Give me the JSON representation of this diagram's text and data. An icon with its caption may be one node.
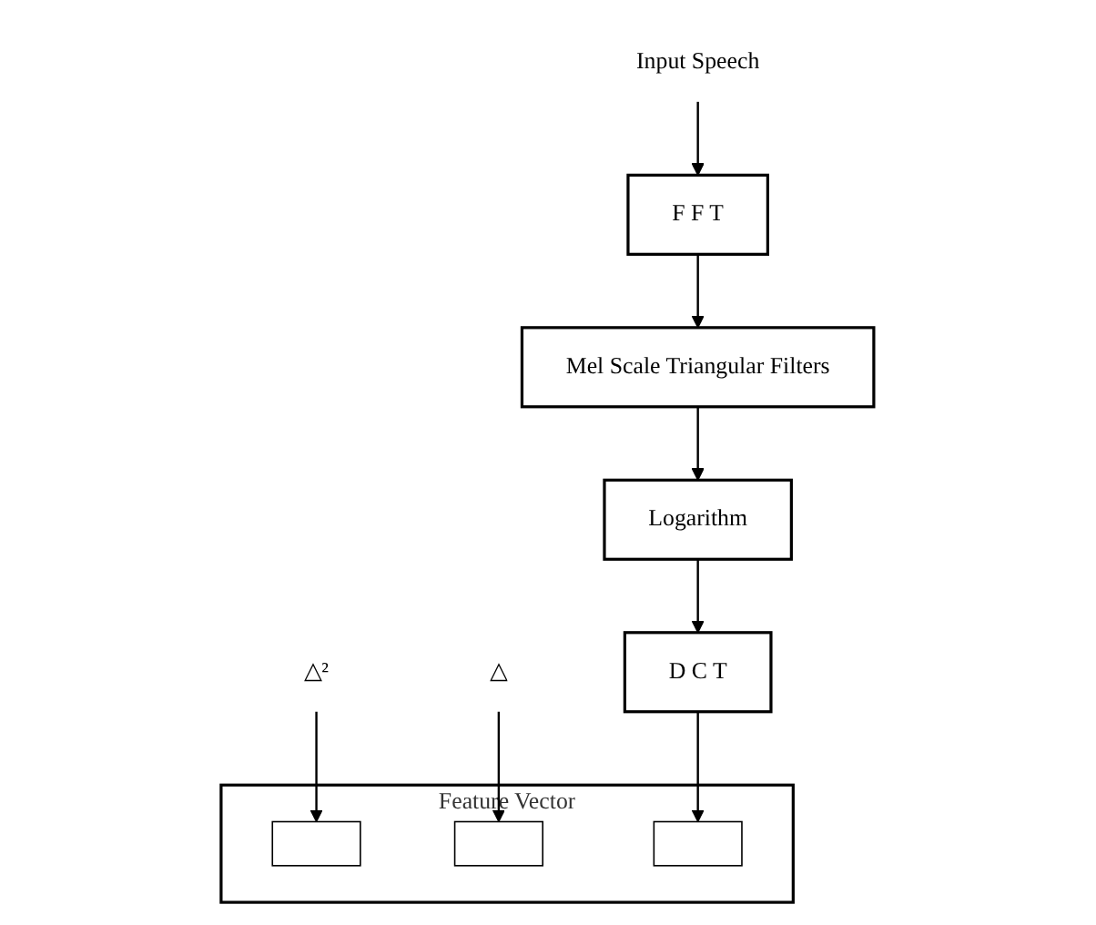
{
  "diagram": {
    "nodes": [
      {
        "text": [
          "Input Speech"
        ]
      },
      {
        "text": [
          "F F T"
        ]
      },
      {
        "text": [
          "Mel Scale Triangular Filters"
        ]
      },
      {
        "text": [
          "Logarithm"
        ]
      },
      {
        "text": [
          "D C T"
        ]
      },
      {
        "text": [
          "Feature Vector"
        ]
      },
      {
        "text": [],
        "shape": "box",
        "in": 5
      },
      {
        "text": [],
        "shape": "box",
        "in": 5
      },
      {
        "text": [],
        "shape": "box",
        "in": 5
      },
      {
        "text": [
          "△²"
        ]
      },
      {
        "text": [
          "△"
        ]
      }
    ],
    "edges": [
      {
        "from": 0,
        "to": 1,
        "arrow": "to"
      },
      {
        "from": 1,
        "to": 2,
        "arrow": "to"
      },
      {
        "from": 2,
        "to": 3,
        "arrow": "to"
      },
      {
        "from": 3,
        "to": 4,
        "arrow": "to"
      },
      {
        "from": 4,
        "to": 8,
        "arrow": "to"
      },
      {
        "from": 9,
        "to": 6,
        "arrow": "to"
      },
      {
        "from": 10,
        "to": 7,
        "arrow": "to"
      }
    ]
  }
}
